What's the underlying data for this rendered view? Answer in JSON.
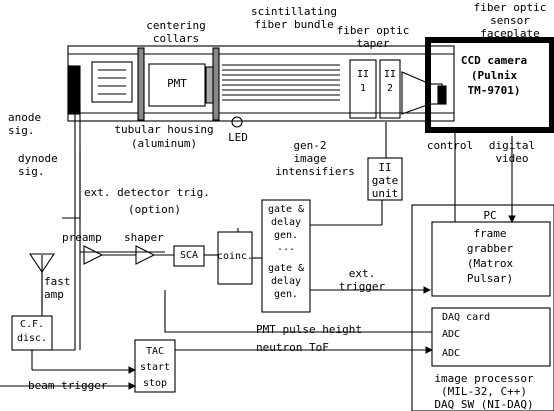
{
  "labels": {
    "scint_1": "scintillating",
    "scint_2": "fiber bundle",
    "centering_1": "centering",
    "centering_2": "collars",
    "taper_1": "fiber optic",
    "taper_2": "taper",
    "faceplate_1": "fiber optic",
    "faceplate_2": "sensor",
    "faceplate_3": "faceplate",
    "ccd_1": "CCD camera",
    "ccd_2": "(Pulnix",
    "ccd_3": "TM-9701)",
    "pmt": "PMT",
    "ii1": "II",
    "ii1_n": "1",
    "ii2": "II",
    "ii2_n": "2",
    "anode_1": "anode",
    "anode_2": "sig.",
    "tubular": "tubular housing",
    "aluminum": "(aluminum)",
    "led": "LED",
    "gen2_1": "gen-2",
    "gen2_2": "image",
    "gen2_3": "intensifiers",
    "ii_gate_1": "II",
    "ii_gate_2": "gate",
    "ii_gate_3": "unit",
    "control": "control",
    "digital_1": "digital",
    "digital_2": "video",
    "dynode_1": "dynode",
    "dynode_2": "sig.",
    "ext_trig_1": "ext. detector trig.",
    "ext_trig_2": "(option)",
    "gd1_1": "gate &",
    "gd1_2": "delay",
    "gd1_3": "gen.",
    "gd_sep": "---",
    "gd2_1": "gate &",
    "gd2_2": "delay",
    "gd2_3": "gen.",
    "pc": "PC",
    "fg_1": "frame",
    "fg_2": "grabber",
    "fg_3": "(Matrox",
    "fg_4": "Pulsar)",
    "preamp": "preamp",
    "shaper": "shaper",
    "sca": "SCA",
    "coinc": "coinc.",
    "ext_trigger_1": "ext.",
    "ext_trigger_2": "trigger",
    "fast_1": "fast",
    "fast_2": "amp",
    "cf_1": "C.F.",
    "cf_2": "disc.",
    "daq": "DAQ card",
    "adc1": "ADC",
    "adc2": "ADC",
    "pmt_height": "PMT pulse height",
    "tof": "neutron ToF",
    "tac": "TAC",
    "start": "start",
    "stop": "stop",
    "beam": "beam trigger",
    "improc_1": "image processor",
    "improc_2": "(MIL-32, C++)",
    "daq_sw": "DAQ SW (NI-DAQ)"
  }
}
